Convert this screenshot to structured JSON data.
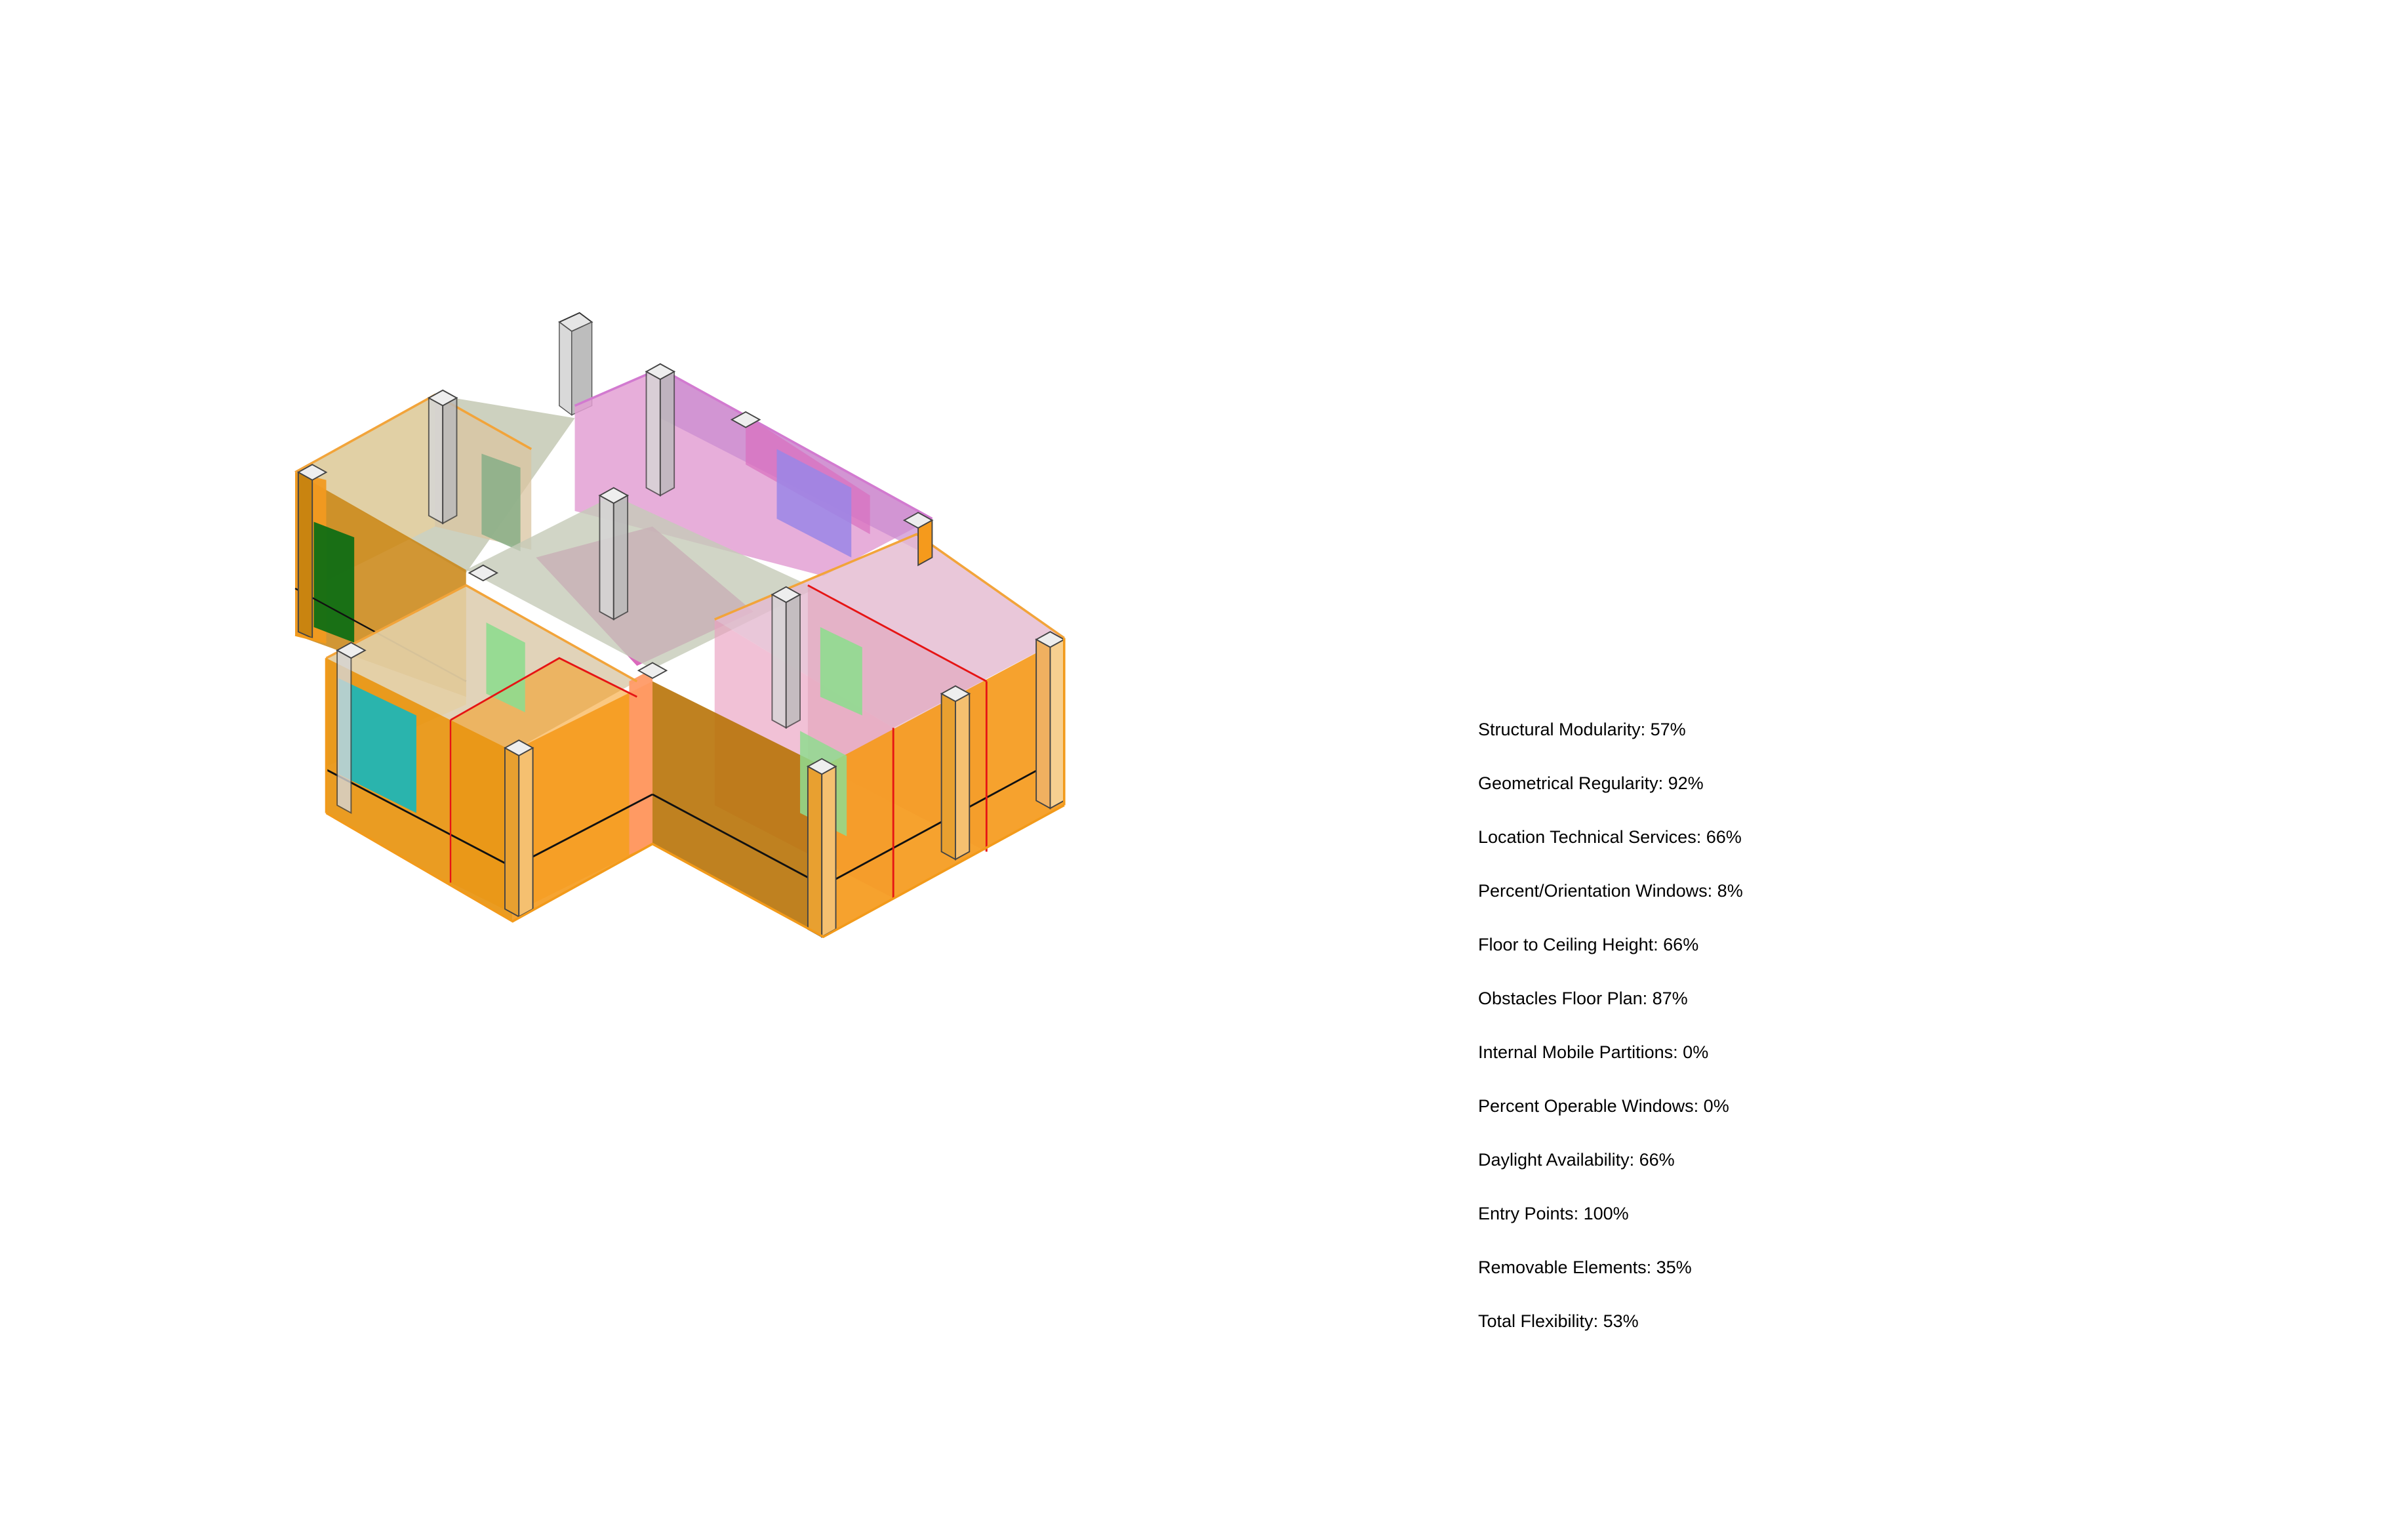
{
  "metrics": [
    {
      "label": "Structural Modularity",
      "value": "57%"
    },
    {
      "label": "Geometrical Regularity",
      "value": "92%"
    },
    {
      "label": "Location Technical Services",
      "value": "66%"
    },
    {
      "label": "Percent/Orientation Windows",
      "value": "8%"
    },
    {
      "label": "Floor to Ceiling Height",
      "value": "66%"
    },
    {
      "label": "Obstacles Floor Plan",
      "value": "87%"
    },
    {
      "label": "Internal Mobile Partitions",
      "value": "0%"
    },
    {
      "label": "Percent Operable Windows",
      "value": "0%"
    },
    {
      "label": "Daylight Availability",
      "value": "66%"
    },
    {
      "label": "Entry Points",
      "value": "100%"
    },
    {
      "label": "Removable Elements",
      "value": "35%"
    },
    {
      "label": "Total Flexibility",
      "value": "53%"
    }
  ],
  "colors": {
    "background": "#ffffff",
    "wall_orange": "#f59a1c",
    "wall_dark_orange": "#b86e08",
    "wall_beige": "#e8d3a8",
    "floor_sage": "#c5cbb8",
    "room_magenta": "#d34fb0",
    "room_pink": "#e3a0d4",
    "window_teal": "#20b5b5",
    "window_green": "#0f6e14",
    "window_light_green": "#8fdc8f",
    "window_purple": "#9a86e6",
    "partition_red": "#e61414",
    "column_grey": "#cfcfcf",
    "text": "#000000"
  }
}
